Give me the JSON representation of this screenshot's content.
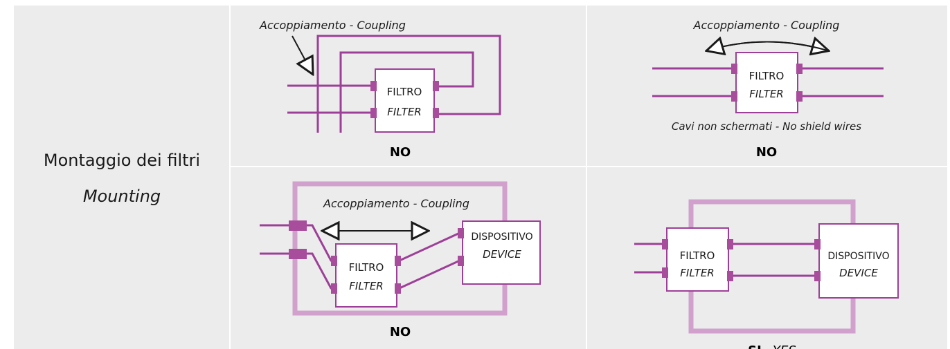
{
  "left": {
    "title": "Montaggio dei filtri",
    "subtitle": "Mounting"
  },
  "panels": {
    "p1": {
      "coupling": "Accoppiamento - Coupling",
      "box_label": "FILTRO",
      "box_sub": "FILTER",
      "verdict": "NO"
    },
    "p2": {
      "coupling": "Accoppiamento - Coupling",
      "box_label": "FILTRO",
      "box_sub": "FILTER",
      "note": "Cavi non schermati - No shield wires",
      "verdict": "NO"
    },
    "p3": {
      "coupling": "Accoppiamento - Coupling",
      "filter_label": "FILTRO",
      "filter_sub": "FILTER",
      "device_label": "DISPOSITIVO",
      "device_sub": "DEVICE",
      "verdict": "NO"
    },
    "p4": {
      "filter_label": "FILTRO",
      "filter_sub": "FILTER",
      "device_label": "DISPOSITIVO",
      "device_sub": "DEVICE",
      "verdict": "SI",
      "verdict_sub": "- YES"
    }
  },
  "colors": {
    "wire": "#9d3f98",
    "terminal": "#a84c9c",
    "shield": "#d1a0cd",
    "background": "#ececec"
  }
}
